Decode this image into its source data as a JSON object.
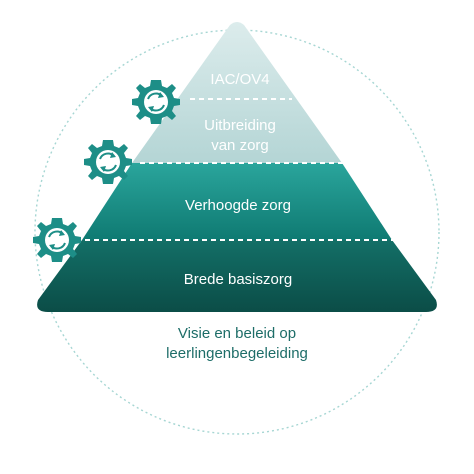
{
  "pyramid": {
    "tiers": [
      {
        "label": "IAC/OV4"
      },
      {
        "line1": "Uitbreiding",
        "line2": "van zorg"
      },
      {
        "label": "Verhoogde zorg"
      },
      {
        "label": "Brede basiszorg"
      }
    ]
  },
  "base_caption": {
    "line1": "Visie en beleid op",
    "line2": "leerlingenbegeleiding"
  },
  "icons": [
    "gear-cycle-icon",
    "gear-cycle-icon",
    "gear-cycle-icon"
  ],
  "colors": {
    "top_tier": "#c2dddd",
    "mid_tier": "#1f9990",
    "bottom_tier": "#0f5c55",
    "gear": "#1d8e87",
    "circle_outline": "#a6d6d3",
    "caption_text": "#1d6d68"
  }
}
